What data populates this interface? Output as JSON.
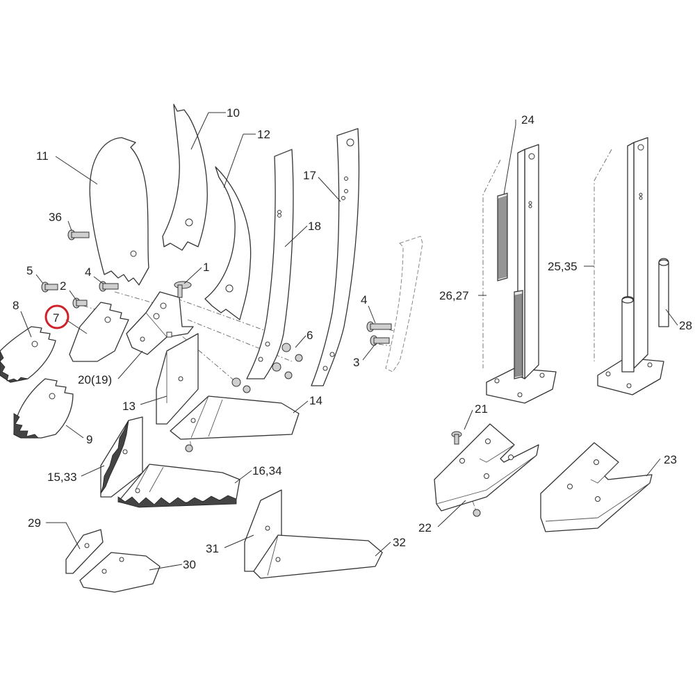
{
  "diagram": {
    "labels": {
      "p1": "1",
      "p2": "2",
      "p3": "3",
      "p4a": "4",
      "p4b": "4",
      "p5": "5",
      "p6": "6",
      "p7": "7",
      "p8": "8",
      "p9": "9",
      "p10": "10",
      "p11": "11",
      "p12": "12",
      "p13": "13",
      "p14": "14",
      "p15_33": "15,33",
      "p16_34": "16,34",
      "p17": "17",
      "p18": "18",
      "p20_19": "20(19)",
      "p21": "21",
      "p22": "22",
      "p23": "23",
      "p24": "24",
      "p25_35": "25,35",
      "p26_27": "26,27",
      "p28": "28",
      "p29": "29",
      "p30": "30",
      "p31": "31",
      "p32": "32",
      "p36": "36"
    },
    "highlighted_label": "7",
    "colors": {
      "line": "#333333",
      "highlight": "#d0202a",
      "background": "#ffffff"
    }
  }
}
